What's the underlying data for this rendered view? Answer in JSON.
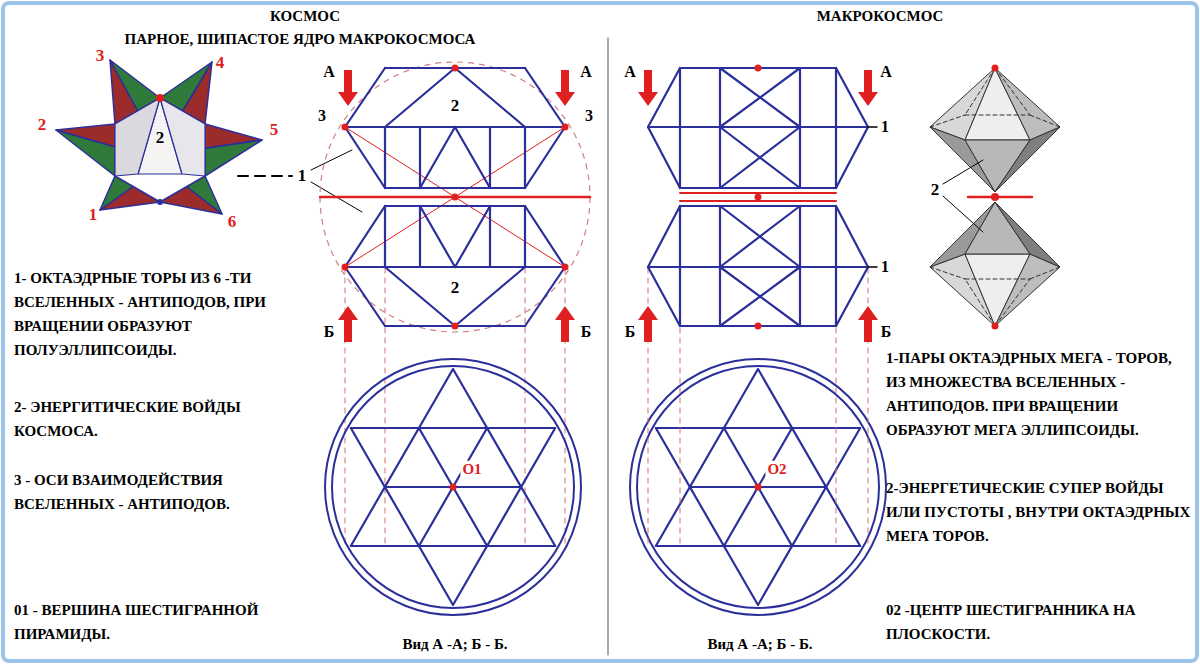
{
  "diagram": {
    "labels": [
      "КОСМОС",
      "ПАРНОЕ, ШИПАСТОЕ ЯДРО МАКРОКОСМОСА",
      "МАКРОКОСМОС",
      "3",
      "4",
      "2",
      "2",
      "5",
      "1",
      "6",
      "1",
      "А",
      "А",
      "3",
      "3",
      "2",
      "2",
      "Б",
      "Б",
      "О1",
      "1- ОКТАЭДРНЫЕ ТОРЫ ИЗ 6 -ТИ ВСЕЛЕННЫХ - АНТИПОДОВ, ПРИ ВРАЩЕНИИ ОБРАЗУЮТ ПОЛУЭЛЛИПСОИДЫ.",
      "2- ЭНЕРГИТИЧЕСКИЕ ВОЙДЫ КОСМОСА.",
      "3 - ОСИ ВЗАИМОДЕЙСТВИЯ ВСЕЛЕННЫХ - АНТИПОДОВ.",
      "01 - ВЕРШИНА ШЕСТИГРАННОЙ ПИРАМИДЫ.",
      "Вид А -А; Б - Б.",
      "А",
      "А",
      "1",
      "1",
      "2",
      "Б",
      "Б",
      "О2",
      "1-ПАРЫ ОКТАЭДРНЫХ МЕГА - ТОРОВ, ИЗ МНОЖЕСТВА ВСЕЛЕННЫХ - АНТИПОДОВ. ПРИ ВРАЩЕНИИ ОБРАЗУЮТ МЕГА ЭЛЛИПСОИДЫ.",
      "2-ЭНЕРГЕТИЧЕСКИЕ СУПЕР ВОЙДЫ ИЛИ ПУСТОТЫ , ВНУТРИ ОКТАЭДРНЫХ МЕГА ТОРОВ.",
      "02 -ЦЕНТР ШЕСТИГРАННИКА НА ПЛОСКОСТИ.",
      "Вид А -А; Б - Б."
    ]
  }
}
